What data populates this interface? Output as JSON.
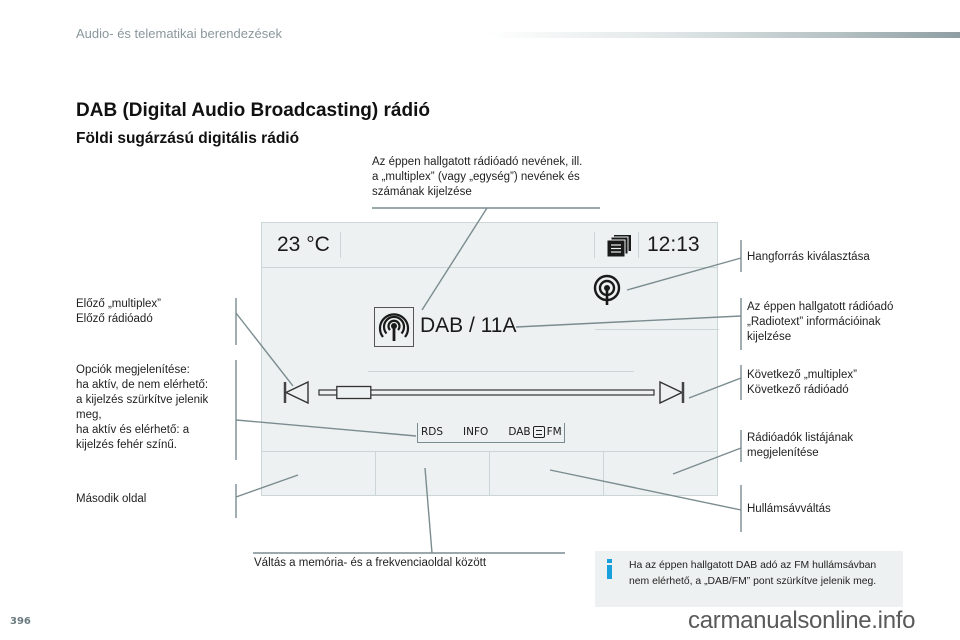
{
  "header": {
    "section_title": "Audio- és telematikai berendezések"
  },
  "title": "DAB (Digital Audio Broadcasting) rádió",
  "subtitle": "Földi sugárzású digitális rádió",
  "screen": {
    "temperature": "23 °C",
    "clock": "12:13",
    "station": "DAB / 11A",
    "options": [
      "RDS",
      "INFO",
      "DAB",
      "FM"
    ],
    "icons": {
      "menu": "menu-stack-icon",
      "source": "radio-antenna-icon",
      "station": "broadcast-antenna-icon",
      "previous": "previous-track-icon",
      "next": "next-track-icon",
      "band_swap": "swap-arrows-icon"
    },
    "slider_position": 0.03
  },
  "callouts": {
    "top_center": [
      "Az éppen hallgatott rádióadó nevének, ill.",
      "a „multiplex” (vagy „egység”) nevének és",
      "számának kijelzése"
    ],
    "left": {
      "previous": [
        "Előző „multiplex”",
        "Előző rádióadó"
      ],
      "options": [
        "Opciók megjelenítése:",
        "ha aktív, de nem elérhető:",
        "a kijelzés szürkítve jelenik",
        "meg,",
        "ha aktív és elérhető: a",
        "kijelzés fehér színű."
      ],
      "second_page": [
        "Második oldal"
      ]
    },
    "right": {
      "source": [
        "Hangforrás kiválasztása"
      ],
      "radiotext": [
        "Az éppen hallgatott rádióadó",
        "„Radiotext” információinak",
        "kijelzése"
      ],
      "next": [
        "Következő „multiplex”",
        "Következő rádióadó"
      ],
      "list": [
        "Rádióadók listájának",
        "megjelenítése"
      ],
      "band": [
        "Hullámsávváltás"
      ]
    },
    "bottom": "Váltás a memória- és a frekvenciaoldal között"
  },
  "info_box": {
    "icon": "info-icon",
    "lines": [
      "Ha az éppen hallgatott DAB adó az FM hullámsávban",
      "nem elérhető, a „DAB/FM” pont szürkítve jelenik meg."
    ]
  },
  "footer": {
    "page_number": "396",
    "watermark": "carmanualsonline.info"
  },
  "colors": {
    "accent_info": "#17a0dc",
    "callout_line": "#7a8c90",
    "screen_bg": "#eef1f1"
  }
}
